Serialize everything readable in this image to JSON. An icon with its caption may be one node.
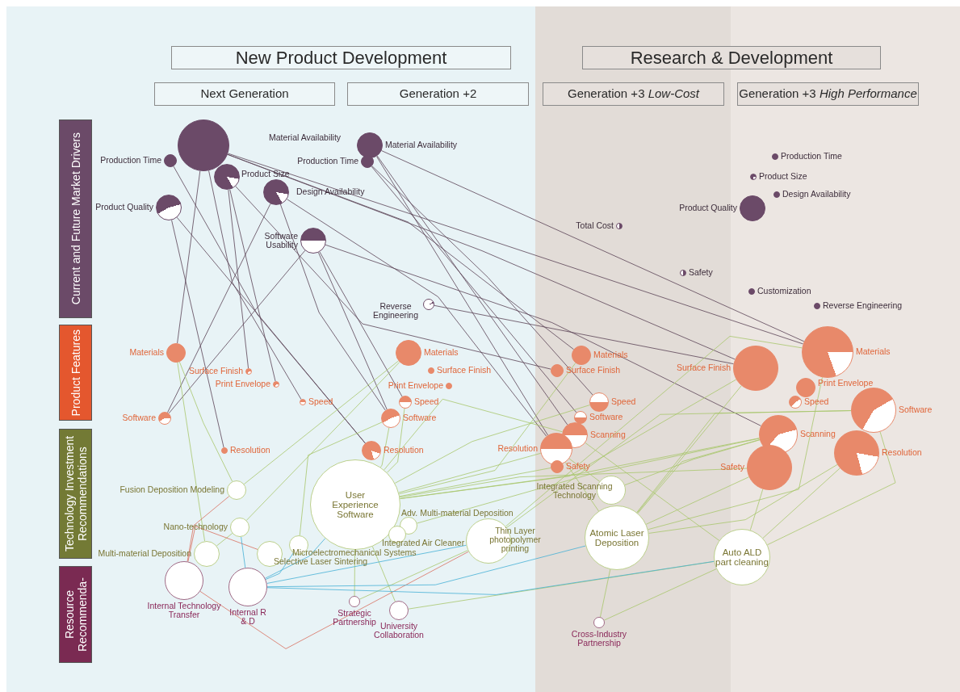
{
  "diagram": {
    "nodes": [
      {
        "text": [
          "New Product Development"
        ]
      },
      {
        "text": [
          "Research & Development"
        ]
      },
      {
        "text": [
          "Next Generation"
        ]
      },
      {
        "text": [
          "Generation +2"
        ]
      },
      {
        "text": [
          "Generation +3 *Low-Cost*"
        ]
      },
      {
        "text": [
          "Generation +3 *High Performance*"
        ]
      },
      {
        "text": [
          "Current and Future Market Drivers"
        ]
      },
      {
        "text": [
          "Product Features"
        ]
      },
      {
        "text": [
          "Technology Investment Recommendations"
        ]
      },
      {
        "text": [
          "Resource Recommenda-"
        ]
      },
      {
        "text": [],
        "shape": "circle"
      },
      {
        "text": [],
        "shape": "circle",
        "beside": [
          "Production Time"
        ]
      },
      {
        "text": [],
        "shape": "circle",
        "beside": [
          "Product Size"
        ]
      },
      {
        "text": [],
        "shape": "circle",
        "beside": [
          "Design Availability"
        ]
      },
      {
        "text": [],
        "shape": "circle",
        "beside": [
          "Product Quality"
        ]
      },
      {
        "text": [],
        "shape": "circle",
        "beside": [
          "Software Usability"
        ]
      },
      {
        "text": [],
        "shape": "circle",
        "beside": [
          "Reverse Engineering"
        ]
      },
      {
        "text": [],
        "shape": "circle",
        "beside": [
          "Material Availability"
        ]
      },
      {
        "text": [],
        "shape": "circle",
        "beside": [
          "Production Time"
        ]
      },
      {
        "text": [],
        "shape": "circle",
        "beside": [
          "Production Time"
        ]
      },
      {
        "text": [],
        "shape": "circle",
        "beside": [
          "Product Size"
        ]
      },
      {
        "text": [],
        "shape": "circle",
        "beside": [
          "Design Availability"
        ]
      },
      {
        "text": [],
        "shape": "circle",
        "beside": [
          "Product Quality"
        ]
      },
      {
        "text": [],
        "shape": "circle",
        "beside": [
          "Total Cost"
        ]
      },
      {
        "text": [],
        "shape": "circle",
        "beside": [
          "Safety"
        ]
      },
      {
        "text": [],
        "shape": "circle",
        "beside": [
          "Customization"
        ]
      },
      {
        "text": [],
        "shape": "circle",
        "beside": [
          "Reverse Engineering"
        ]
      },
      {
        "text": [],
        "shape": "circle",
        "beside": [
          "Materials"
        ]
      },
      {
        "text": [],
        "shape": "circle",
        "beside": [
          "Surface Finish"
        ]
      },
      {
        "text": [],
        "shape": "circle",
        "beside": [
          "Print Envelope"
        ]
      },
      {
        "text": [],
        "shape": "circle",
        "beside": [
          "Speed"
        ]
      },
      {
        "text": [],
        "shape": "circle",
        "beside": [
          "Software"
        ]
      },
      {
        "text": [],
        "shape": "circle",
        "beside": [
          "Resolution"
        ]
      },
      {
        "text": [],
        "shape": "circle",
        "beside": [
          "Materials"
        ]
      },
      {
        "text": [],
        "shape": "circle",
        "beside": [
          "Surface Finish"
        ]
      },
      {
        "text": [],
        "shape": "circle",
        "beside": [
          "Print Envelope"
        ]
      },
      {
        "text": [],
        "shape": "circle",
        "beside": [
          "Speed"
        ]
      },
      {
        "text": [],
        "shape": "circle",
        "beside": [
          "Software"
        ]
      },
      {
        "text": [],
        "shape": "circle",
        "beside": [
          "Resolution"
        ]
      },
      {
        "text": [],
        "shape": "circle",
        "beside": [
          "Materials"
        ]
      },
      {
        "text": [],
        "shape": "circle",
        "beside": [
          "Surface Finish"
        ]
      },
      {
        "text": [],
        "shape": "circle",
        "beside": [
          "Speed"
        ]
      },
      {
        "text": [],
        "shape": "circle",
        "beside": [
          "Software"
        ]
      },
      {
        "text": [],
        "shape": "circle",
        "beside": [
          "Scanning"
        ]
      },
      {
        "text": [],
        "shape": "circle",
        "beside": [
          "Resolution"
        ]
      },
      {
        "text": [],
        "shape": "circle",
        "beside": [
          "Safety"
        ]
      },
      {
        "text": [],
        "shape": "circle",
        "beside": [
          "Materials"
        ]
      },
      {
        "text": [],
        "shape": "circle",
        "beside": [
          "Surface Finish"
        ]
      },
      {
        "text": [],
        "shape": "circle",
        "beside": [
          "Print Envelope"
        ]
      },
      {
        "text": [],
        "shape": "circle",
        "beside": [
          "Speed"
        ]
      },
      {
        "text": [],
        "shape": "circle",
        "beside": [
          "Software"
        ]
      },
      {
        "text": [],
        "shape": "circle",
        "beside": [
          "Scanning"
        ]
      },
      {
        "text": [],
        "shape": "circle",
        "beside": [
          "Resolution"
        ]
      },
      {
        "text": [],
        "shape": "circle",
        "beside": [
          "Safety"
        ]
      },
      {
        "text": [],
        "shape": "circle",
        "beside": [
          "Fusion Deposition Modeling"
        ]
      },
      {
        "text": [],
        "shape": "circle",
        "beside": [
          "Nano-technology"
        ]
      },
      {
        "text": [],
        "shape": "circle",
        "beside": [
          "Multi-material Deposition"
        ]
      },
      {
        "text": [
          "User Experience Software"
        ]
      },
      {
        "text": [],
        "shape": "circle",
        "beside": [
          "Adv. Multi-material Deposition"
        ]
      },
      {
        "text": [],
        "shape": "circle",
        "beside": [
          "Integrated Air Cleaner"
        ]
      },
      {
        "text": [],
        "shape": "circle",
        "beside": [
          "Microelectromechanical Systems"
        ]
      },
      {
        "text": [],
        "shape": "circle",
        "beside": [
          "Selective Laser Sintering"
        ]
      },
      {
        "text": [],
        "shape": "circle",
        "beside": [
          "Thin Layer photopolymer printing"
        ]
      },
      {
        "text": [],
        "shape": "circle",
        "beside": [
          "Integrated Scanning Technology"
        ]
      },
      {
        "text": [
          "Atomic Laser Deposition"
        ]
      },
      {
        "text": [
          "Auto ALD part cleaning"
        ]
      },
      {
        "text": [],
        "shape": "circle",
        "beside": [
          "Internal Technology Transfer"
        ]
      },
      {
        "text": [],
        "shape": "circle",
        "beside": [
          "Internal R & D"
        ]
      },
      {
        "text": [],
        "shape": "circle",
        "beside": [
          "Strategic Partnership"
        ]
      },
      {
        "text": [],
        "shape": "circle",
        "beside": [
          "University Collaboration"
        ]
      },
      {
        "text": [],
        "shape": "circle",
        "beside": [
          "Cross-Industry Partnership"
        ]
      }
    ],
    "edges": [
      {
        "from": 10,
        "to": 27,
        "arrow": "none",
        "color": "#5a4256"
      },
      {
        "from": 10,
        "to": 30,
        "arrow": "none",
        "color": "#5a4256"
      },
      {
        "from": 10,
        "to": 46,
        "arrow": "none",
        "color": "#5a4256"
      },
      {
        "from": 10,
        "to": 39,
        "arrow": "none",
        "color": "#5a4256"
      },
      {
        "from": 10,
        "to": 47,
        "arrow": "none",
        "color": "#5a4256"
      },
      {
        "from": 11,
        "to": 38,
        "arrow": "none",
        "color": "#5a4256"
      },
      {
        "from": 12,
        "to": 28,
        "arrow": "none",
        "color": "#5a4256"
      },
      {
        "from": 12,
        "to": 29,
        "arrow": "none",
        "color": "#5a4256"
      },
      {
        "from": 12,
        "to": 40,
        "arrow": "none",
        "color": "#5a4256"
      },
      {
        "from": 13,
        "to": 31,
        "arrow": "none",
        "color": "#5a4256"
      },
      {
        "from": 13,
        "to": 37,
        "arrow": "none",
        "color": "#5a4256"
      },
      {
        "from": 13,
        "to": 44,
        "arrow": "none",
        "color": "#5a4256"
      },
      {
        "from": 14,
        "to": 32,
        "arrow": "none",
        "color": "#5a4256"
      },
      {
        "from": 14,
        "to": 38,
        "arrow": "none",
        "color": "#5a4256"
      },
      {
        "from": 15,
        "to": 31,
        "arrow": "none",
        "color": "#5a4256"
      },
      {
        "from": 15,
        "to": 36,
        "arrow": "none",
        "color": "#5a4256"
      },
      {
        "from": 15,
        "to": 37,
        "arrow": "none",
        "color": "#5a4256"
      },
      {
        "from": 15,
        "to": 51,
        "arrow": "none",
        "color": "#5a4256"
      },
      {
        "from": 16,
        "to": 47,
        "arrow": "none",
        "color": "#5a4256"
      },
      {
        "from": 17,
        "to": 43,
        "arrow": "none",
        "color": "#5a4256"
      },
      {
        "from": 17,
        "to": 44,
        "arrow": "none",
        "color": "#5a4256"
      },
      {
        "from": 17,
        "to": 46,
        "arrow": "none",
        "color": "#5a4256"
      },
      {
        "from": 18,
        "to": 42,
        "arrow": "none",
        "color": "#5a4256"
      },
      {
        "from": 18,
        "to": 41,
        "arrow": "none",
        "color": "#5a4256"
      },
      {
        "from": 27,
        "to": 56,
        "arrow": "none"
      },
      {
        "from": 27,
        "to": 54,
        "arrow": "none"
      },
      {
        "from": 33,
        "to": 55,
        "arrow": "none"
      },
      {
        "from": 37,
        "to": 57,
        "arrow": "none"
      },
      {
        "from": 37,
        "to": 60,
        "arrow": "none"
      },
      {
        "from": 36,
        "to": 57,
        "arrow": "none"
      },
      {
        "from": 54,
        "to": 33,
        "arrow": "none"
      },
      {
        "from": 57,
        "to": 39,
        "arrow": "none"
      },
      {
        "from": 57,
        "to": 41,
        "arrow": "none"
      },
      {
        "from": 57,
        "to": 43,
        "arrow": "none"
      },
      {
        "from": 57,
        "to": 44,
        "arrow": "none"
      },
      {
        "from": 57,
        "to": 45,
        "arrow": "none"
      },
      {
        "from": 57,
        "to": 47,
        "arrow": "none"
      },
      {
        "from": 57,
        "to": 51,
        "arrow": "none"
      },
      {
        "from": 57,
        "to": 53,
        "arrow": "none"
      },
      {
        "from": 64,
        "to": 46,
        "arrow": "none"
      },
      {
        "from": 64,
        "to": 47,
        "arrow": "none"
      },
      {
        "from": 64,
        "to": 50,
        "arrow": "none"
      },
      {
        "from": 64,
        "to": 51,
        "arrow": "none"
      },
      {
        "from": 64,
        "to": 52,
        "arrow": "none"
      },
      {
        "from": 64,
        "to": 53,
        "arrow": "none"
      },
      {
        "from": 64,
        "to": 44,
        "arrow": "none"
      },
      {
        "from": 65,
        "to": 53,
        "arrow": "none"
      },
      {
        "from": 65,
        "to": 52,
        "arrow": "none"
      },
      {
        "from": 65,
        "to": 50,
        "arrow": "none"
      },
      {
        "from": 65,
        "to": 43,
        "arrow": "none"
      },
      {
        "from": 63,
        "to": 44,
        "arrow": "none"
      },
      {
        "from": 63,
        "to": 51,
        "arrow": "none"
      },
      {
        "from": 62,
        "to": 46,
        "arrow": "none"
      },
      {
        "from": 62,
        "to": 50,
        "arrow": "none"
      },
      {
        "from": 58,
        "to": 51,
        "arrow": "none"
      },
      {
        "from": 55,
        "to": 56,
        "arrow": "none"
      },
      {
        "from": 57,
        "to": 68,
        "arrow": "none"
      },
      {
        "from": 57,
        "to": 69,
        "arrow": "none"
      },
      {
        "from": 64,
        "to": 70,
        "arrow": "none"
      },
      {
        "from": 65,
        "to": 70,
        "arrow": "none"
      },
      {
        "from": 65,
        "to": 69,
        "arrow": "none"
      },
      {
        "from": 62,
        "to": 68,
        "arrow": "none"
      },
      {
        "from": 54,
        "to": 66,
        "arrow": "none",
        "color": "#d9705f"
      },
      {
        "from": 66,
        "to": 62,
        "arrow": "none",
        "color": "#d9705f"
      },
      {
        "from": 66,
        "to": 61,
        "arrow": "none",
        "color": "#d9705f"
      },
      {
        "from": 67,
        "to": 55,
        "arrow": "none",
        "color": "#45b0d5"
      },
      {
        "from": 67,
        "to": 57,
        "arrow": "none",
        "color": "#45b0d5"
      },
      {
        "from": 67,
        "to": 62,
        "arrow": "none",
        "color": "#45b0d5"
      },
      {
        "from": 67,
        "to": 64,
        "arrow": "none",
        "color": "#45b0d5"
      },
      {
        "from": 67,
        "to": 65,
        "arrow": "none",
        "color": "#45b0d5"
      },
      {
        "from": 67,
        "to": 60,
        "arrow": "none",
        "color": "#45b0d5"
      }
    ],
    "labels": [
      "Material Availability"
    ]
  }
}
